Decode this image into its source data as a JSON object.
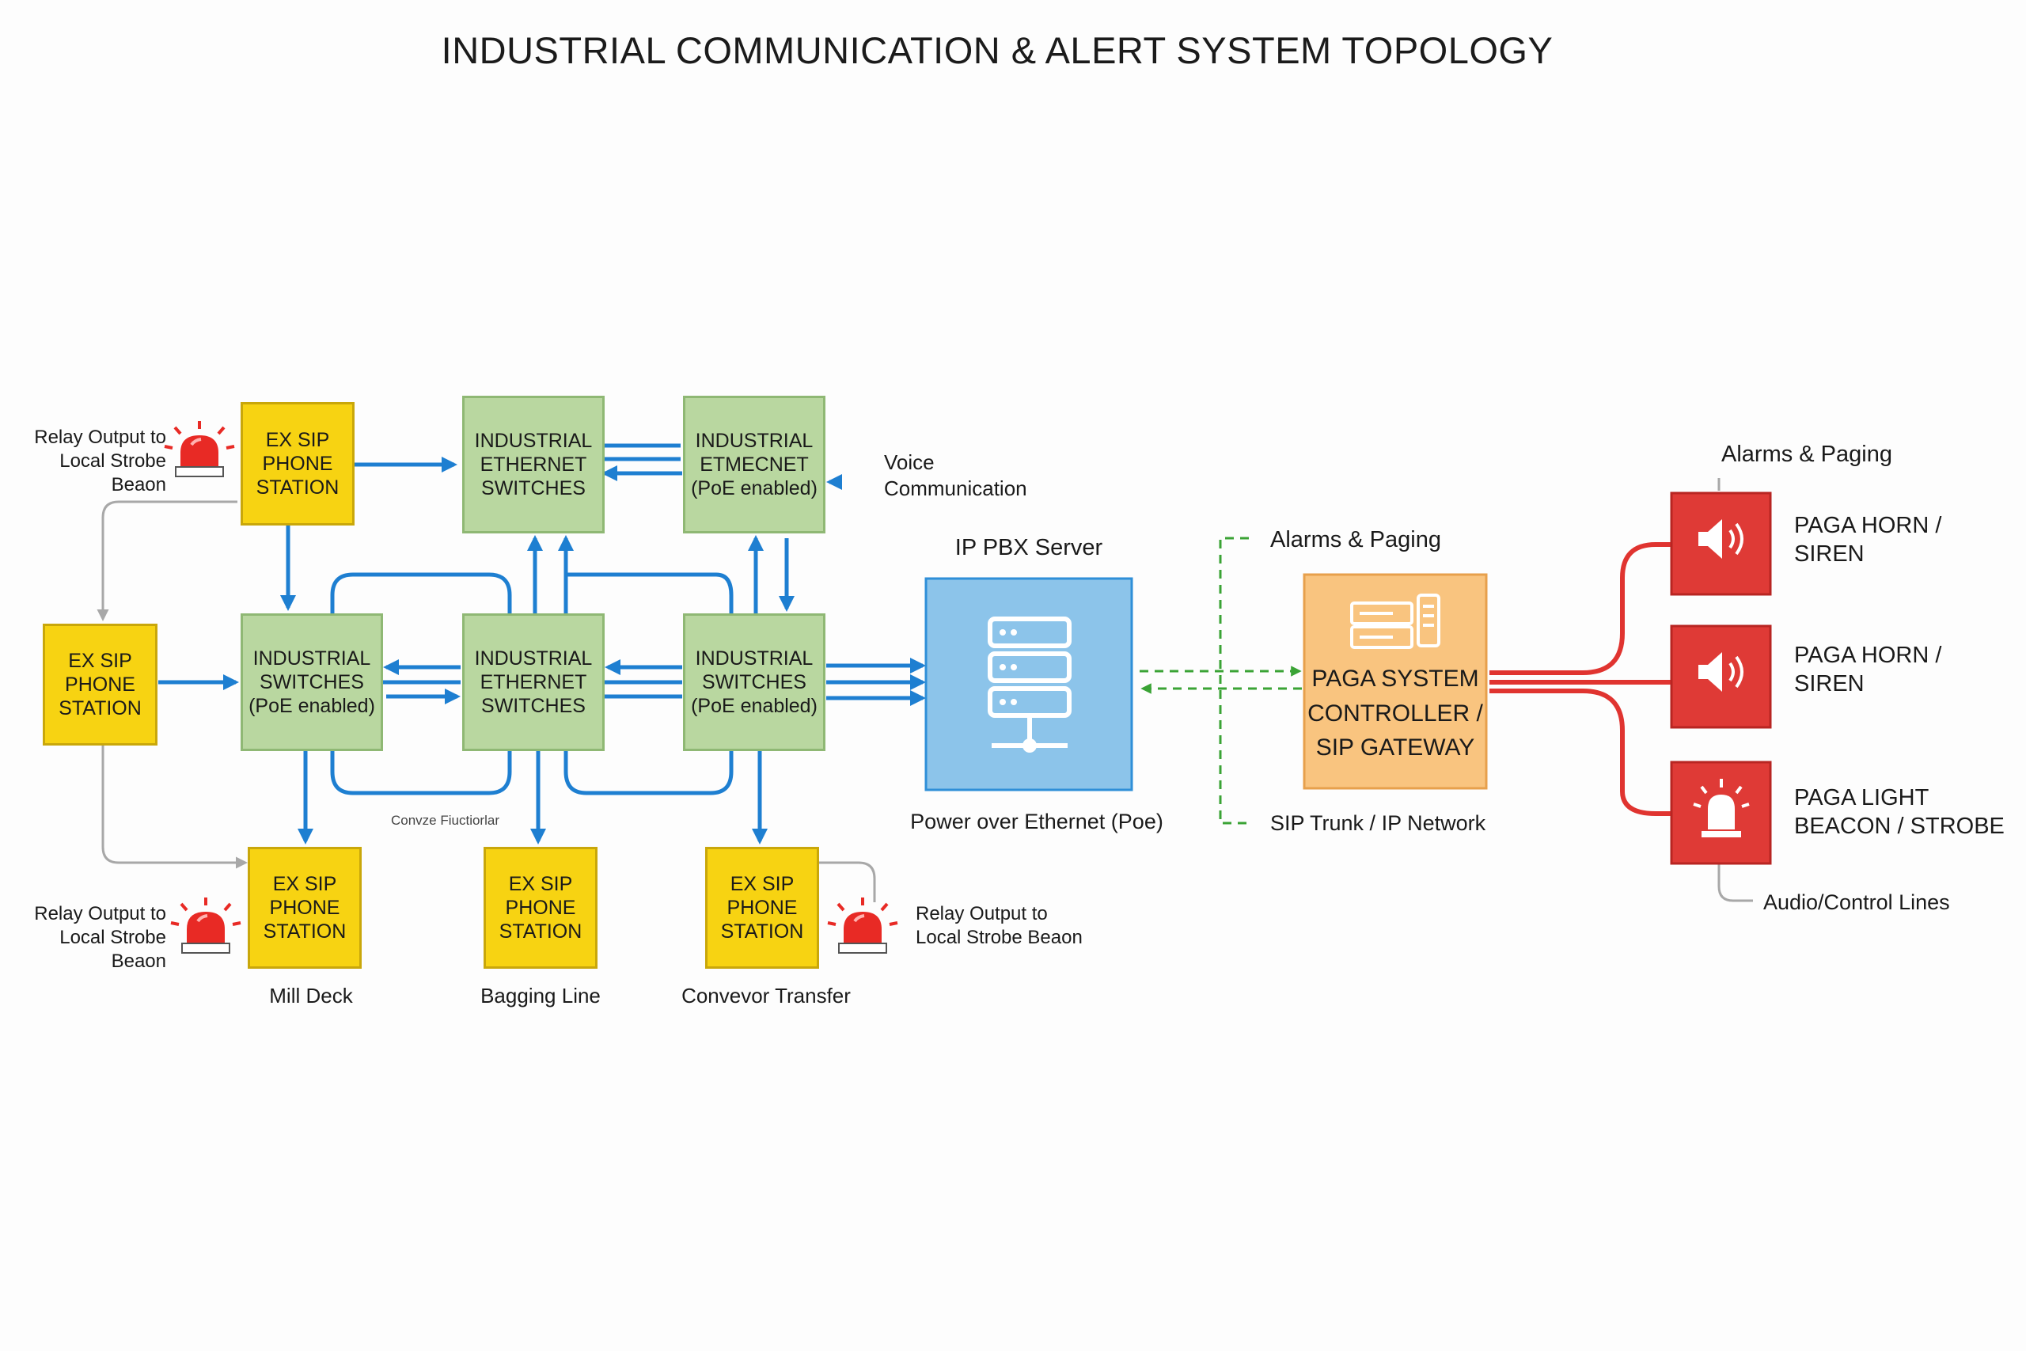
{
  "title": "INDUSTRIAL COMMUNICATION & ALERT SYSTEM TOPOLOGY",
  "phone_stations": [
    {
      "id": "ps1",
      "label": "EX SIP\nPHONE\nSTATION"
    },
    {
      "id": "ps2",
      "label": "EX SIP\nPHONE\nSTATION"
    },
    {
      "id": "ps3",
      "label": "EX SIP\nPHONE\nSTATION"
    },
    {
      "id": "ps4",
      "label": "EX SIP\nPHONE\nSTATION"
    },
    {
      "id": "ps5",
      "label": "EX SIP\nPHONE\nSTATION"
    }
  ],
  "switches": [
    {
      "id": "sw1",
      "label": "INDUSTRIAL\nETHERNET\nSWITCHES"
    },
    {
      "id": "sw2",
      "label": "INDUSTRIAL\nETMECNET\n(PoE enabled)"
    },
    {
      "id": "sw3",
      "label": "INDUSTRIAL\nSWITCHES\n(PoE enabled)"
    },
    {
      "id": "sw4",
      "label": "INDUSTRIAL\nETHERNET\nSWITCHES"
    },
    {
      "id": "sw5",
      "label": "INDUSTRIAL\nSWITCHES\n(PoE enabled)"
    }
  ],
  "labels": {
    "relay_top_left": "Relay Output to\nLocal Strobe Beaon",
    "relay_bottom_left": "Relay Output to\nLocal Strobe Beaon",
    "relay_bottom_right": "Relay Output to\nLocal Strobe Beaon",
    "voice": "Voice\nCommunication",
    "convergence": "Convze Fiuctiorlar",
    "mill_deck": "Mill Deck",
    "bagging_line": "Bagging Line",
    "conveyor": "Convevor Transfer",
    "pbx_title": "IP PBX Server",
    "poe": "Power over Ethernet (Poe)",
    "alarms_paging_mid": "Alarms & Paging",
    "sip_trunk": "SIP Trunk / IP Network",
    "alarms_paging_right": "Alarms & Paging",
    "audio_control": "Audio/Control Lines"
  },
  "controller": {
    "label": "PAGA SYSTEM\nCONTROLLER /\nSIP GATEWAY"
  },
  "devices": [
    {
      "id": "horn1",
      "icon": "speaker-icon",
      "label": "PAGA HORN /\nSIREN"
    },
    {
      "id": "horn2",
      "icon": "speaker-icon",
      "label": "PAGA HORN /\nSIREN"
    },
    {
      "id": "beacon",
      "icon": "beacon-icon",
      "label": "PAGA LIGHT\nBEACON / STROBE"
    }
  ],
  "colors": {
    "phone_station": "#f7d312",
    "switch": "#b9d7a0",
    "pbx": "#8cc4ea",
    "controller": "#f9c47f",
    "device": "#df3a36",
    "ethernet_link": "#1e7fd1",
    "ip_link": "#3aa335",
    "audio_line": "#e03430",
    "relay_line": "#a8a8a8",
    "strobe": "#e82a25"
  }
}
